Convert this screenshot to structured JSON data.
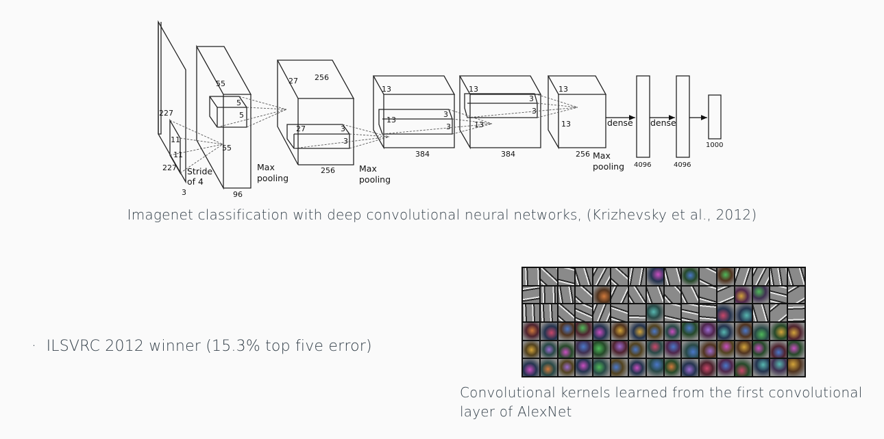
{
  "architecture": {
    "input": {
      "height": "227",
      "width": "227",
      "channels": "3",
      "kernel_h": "11",
      "kernel_w": "11",
      "stride": "Stride of 4"
    },
    "conv1": {
      "height": "55",
      "width": "55",
      "channels": "96",
      "kernel_h": "5",
      "kernel_w": "5"
    },
    "pool1": "Max pooling",
    "conv2": {
      "height": "27",
      "width": "27",
      "channels": "256",
      "depth_label": "256",
      "kernel_h": "3",
      "kernel_w": "3"
    },
    "pool2": "Max pooling",
    "conv3": {
      "height": "13",
      "width": "13",
      "channels": "384",
      "kernel_h": "3",
      "kernel_w": "3"
    },
    "conv4": {
      "height": "13",
      "width": "13",
      "channels": "384",
      "kernel_h": "3",
      "kernel_w": "3"
    },
    "conv5": {
      "height": "13",
      "width": "13",
      "channels": "256"
    },
    "pool3": "Max pooling",
    "dense_label": "dense",
    "fc1": "4096",
    "fc2": "4096",
    "output": "1000"
  },
  "caption_top": "Imagenet classification with deep convolutional neural networks, (Krizhevsky et al., 2012)",
  "bullet_text": "ILSVRC 2012 winner (15.3% top five error)",
  "caption_bottom": "Convolutional kernels learned from the first convolutional layer of AlexNet",
  "kernel_grid": {
    "rows": 6,
    "cols": 16
  }
}
